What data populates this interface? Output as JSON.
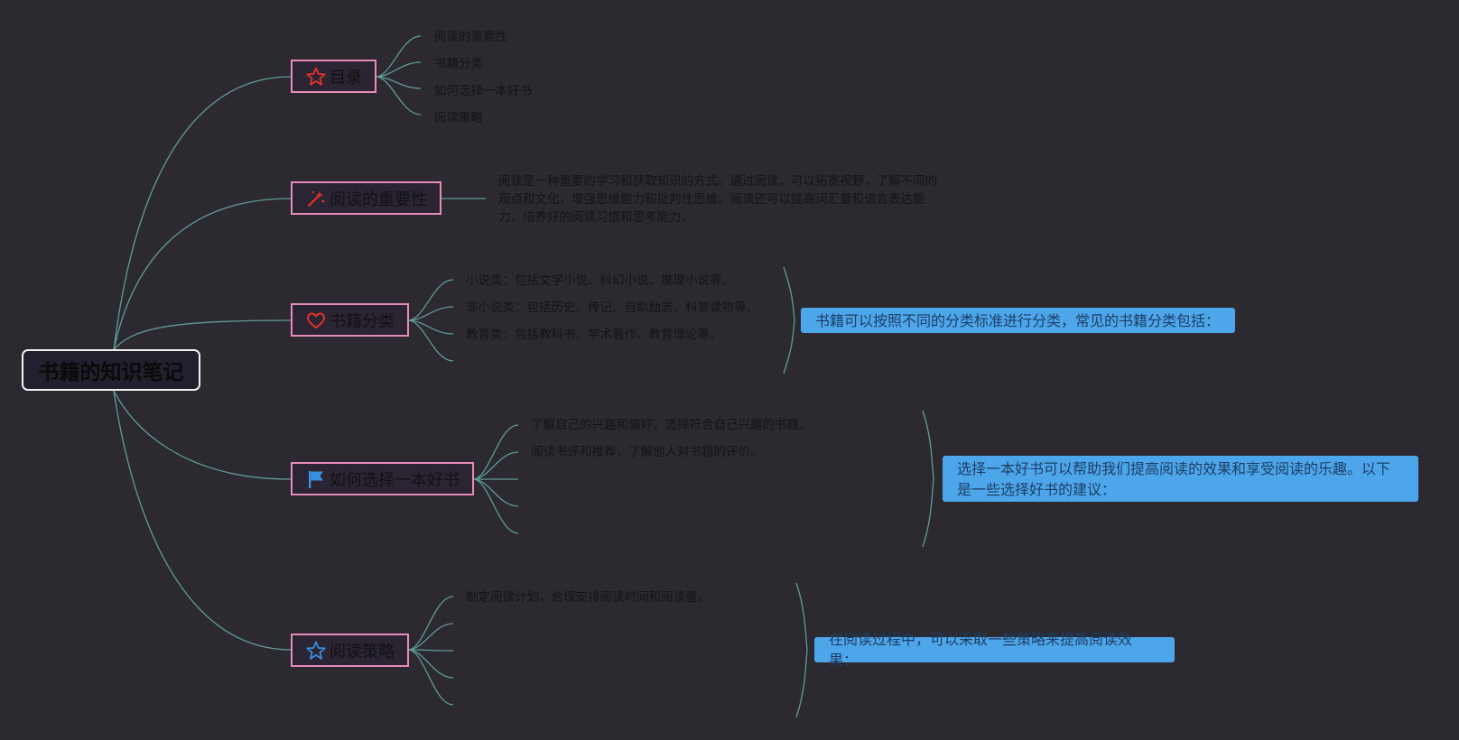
{
  "root": {
    "title": "书籍的知识笔记"
  },
  "branches": [
    {
      "label": "目录",
      "icon": "star-icon",
      "icon_color": "#e5332a",
      "children": [
        "阅读的重要性",
        "书籍分类",
        "如何选择一本好书",
        "阅读策略"
      ]
    },
    {
      "label": "阅读的重要性",
      "icon": "magic-wand-icon",
      "icon_color": "#e5332a",
      "description": "阅读是一种重要的学习和获取知识的方式。通过阅读，可以拓宽视野，了解不同的观点和文化，增强思维能力和批判性思维。阅读还可以提高词汇量和语言表达能力，培养好的阅读习惯和思考能力。"
    },
    {
      "label": "书籍分类",
      "icon": "heart-icon",
      "icon_color": "#e5332a",
      "children": [
        "小说类：包括文学小说、科幻小说、推理小说等。",
        "非小说类：包括历史、传记、自助励志、科普读物等。",
        "教育类：包括教科书、学术著作、教育理论等。",
        ""
      ],
      "summary": "书籍可以按照不同的分类标准进行分类，常见的书籍分类包括："
    },
    {
      "label": "如何选择一本好书",
      "icon": "flag-icon",
      "icon_color": "#3a8fe0",
      "children": [
        "了解自己的兴趣和偏好，选择符合自己兴趣的书籍。",
        "阅读书评和推荐，了解他人对书籍的评价。",
        "",
        "",
        ""
      ],
      "summary": "选择一本好书可以帮助我们提高阅读的效果和享受阅读的乐趣。以下是一些选择好书的建议："
    },
    {
      "label": "阅读策略",
      "icon": "star-outline-icon",
      "icon_color": "#3a8fe0",
      "children": [
        "制定阅读计划，合理安排阅读时间和阅读量。",
        "",
        "",
        "",
        ""
      ],
      "summary": "在阅读过程中，可以采取一些策略来提高阅读效果："
    }
  ],
  "colors": {
    "background": "#2d2931",
    "connector": "#5f9c93",
    "branch_border": "#e78bb8",
    "summary_fill": "#4ea6ea",
    "summary_text": "#1b3f66"
  }
}
